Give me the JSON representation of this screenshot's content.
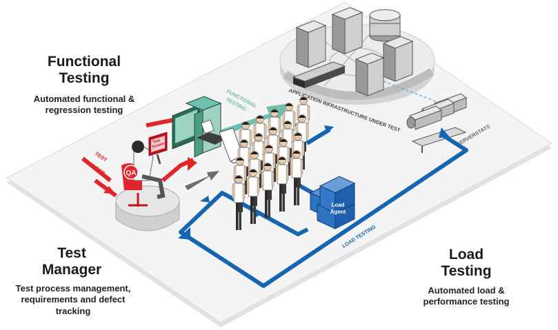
{
  "functional": {
    "title_line1": "Functional",
    "title_line2": "Testing",
    "desc_line1": "Automated functional &",
    "desc_line2": "regression testing"
  },
  "manager": {
    "title_line1": "Test",
    "title_line2": "Manager",
    "desc_line1": "Test process management,",
    "desc_line2": "requirements and defect",
    "desc_line3": "tracking"
  },
  "load": {
    "title_line1": "Load",
    "title_line2": "Testing",
    "desc_line1": "Automated load &",
    "desc_line2": "performance testing"
  },
  "diagram": {
    "functional_arrow_line1": "FUNCTIONAL",
    "functional_arrow_line2": "TESTING",
    "test_manager_line1": "TEST",
    "test_manager_line2": "MANAGER",
    "app_infrastructure": "APPLICATION INFRASTRUCTURE UNDER TEST",
    "serverstats": "SERVERSTATS",
    "load_testing": "LOAD TESTING",
    "qa_badge": "QA",
    "test_screen_line1": "Test",
    "test_screen_line2": "Screen",
    "load_agent_line1": "Load",
    "load_agent_line2": "Agent"
  },
  "colors": {
    "red": "#e1252b",
    "blue": "#1565b0",
    "teal": "#6dbfae",
    "gray": "#6b6b6b",
    "platform": "#f1f1f1"
  }
}
